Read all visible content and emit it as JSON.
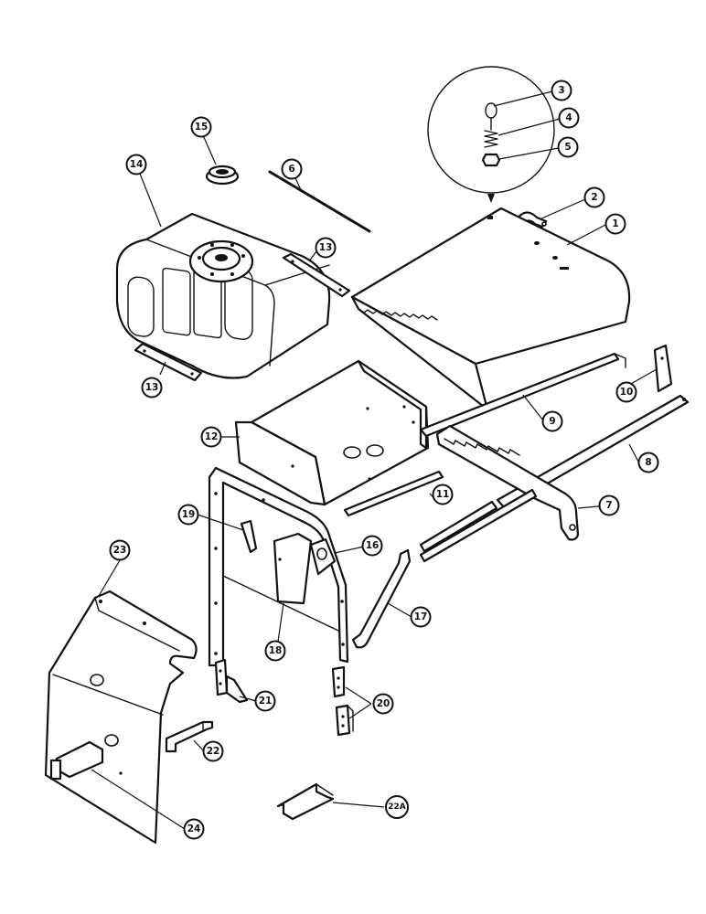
{
  "callouts": {
    "c1": "1",
    "c2": "2",
    "c3": "3",
    "c4": "4",
    "c5": "5",
    "c6": "6",
    "c7": "7",
    "c8": "8",
    "c9": "9",
    "c10": "10",
    "c11": "11",
    "c12": "12",
    "c13a": "13",
    "c13b": "13",
    "c14": "14",
    "c15": "15",
    "c16": "16",
    "c17": "17",
    "c18": "18",
    "c19": "19",
    "c20": "20",
    "c21": "21",
    "c22": "22",
    "c22a": "22A",
    "c23": "23",
    "c24": "24"
  },
  "colors": {
    "ink": "#111111",
    "paper": "#ffffff"
  }
}
